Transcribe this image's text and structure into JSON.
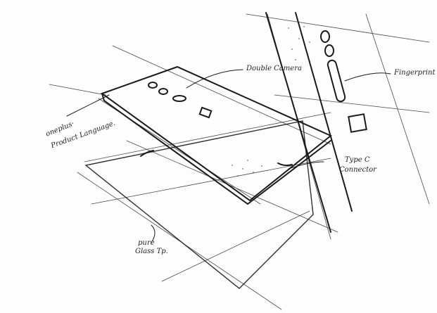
{
  "annotations": {
    "brand": "oneplus·",
    "product_language": "Product Language.",
    "double_camera": "Double Camera",
    "fingerprint": "Fingerprint",
    "type_c_line1": "Type C",
    "type_c_line2": "Connector",
    "glass_line1": "pure",
    "glass_line2": "Glass Tp."
  },
  "colors": {
    "ink": "#1a1a1a",
    "paper": "#fdfdfd"
  }
}
